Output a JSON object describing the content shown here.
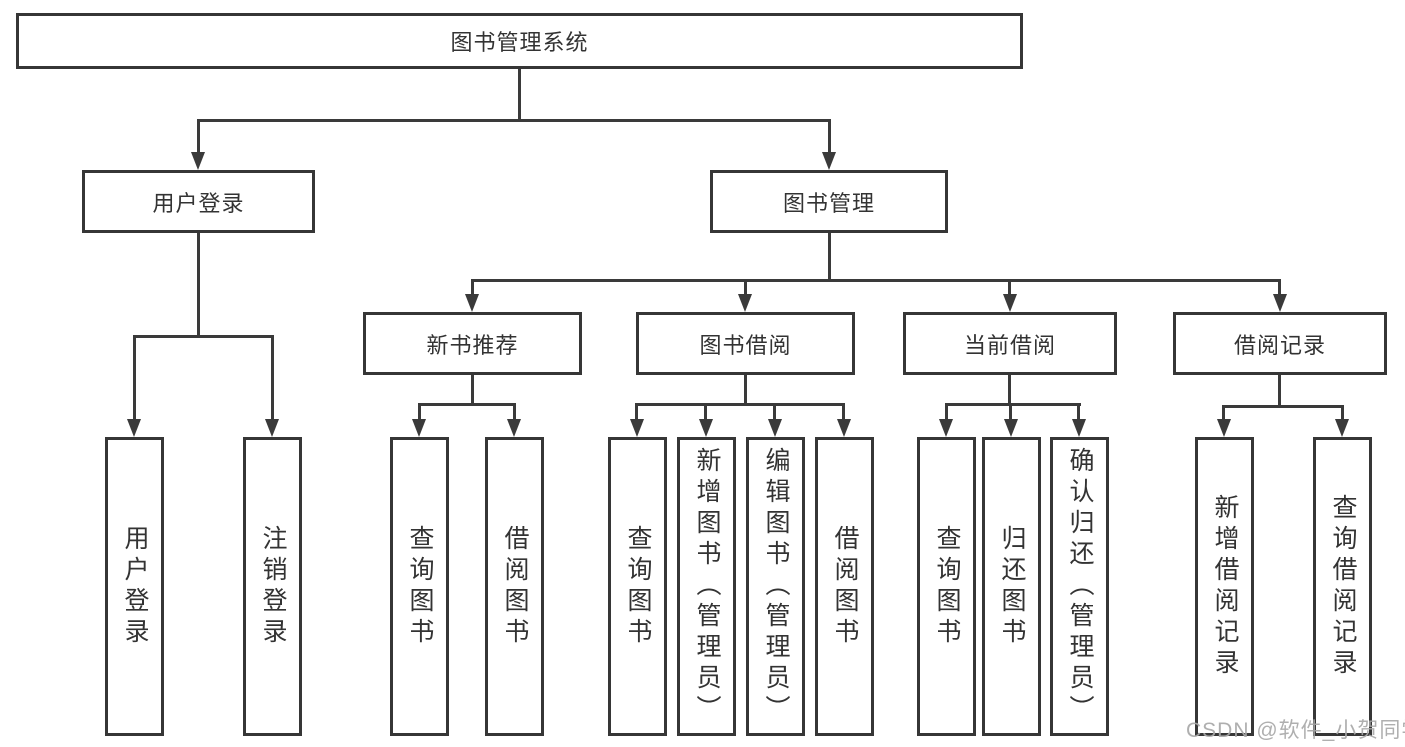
{
  "diagram": {
    "root": "图书管理系统",
    "branches": [
      {
        "label": "用户登录",
        "children": [
          "用户登录",
          "注销登录"
        ]
      },
      {
        "label": "图书管理",
        "sections": [
          {
            "label": "新书推荐",
            "children": [
              "查询图书",
              "借阅图书"
            ]
          },
          {
            "label": "图书借阅",
            "children": [
              "查询图书",
              "新增图书（管理员）",
              "编辑图书（管理员）",
              "借阅图书"
            ]
          },
          {
            "label": "当前借阅",
            "children": [
              "查询图书",
              "归还图书",
              "确认归还（管理员）"
            ]
          },
          {
            "label": "借阅记录",
            "children": [
              "新增借阅记录",
              "查询借阅记录"
            ]
          }
        ]
      }
    ]
  },
  "watermark": {
    "text": "CSDN @软件_小贺同学"
  },
  "colors": {
    "line": "#3a3a3a",
    "border": "#363636",
    "text": "#333333",
    "watermark": "#a8a8a8",
    "background": "#ffffff"
  }
}
